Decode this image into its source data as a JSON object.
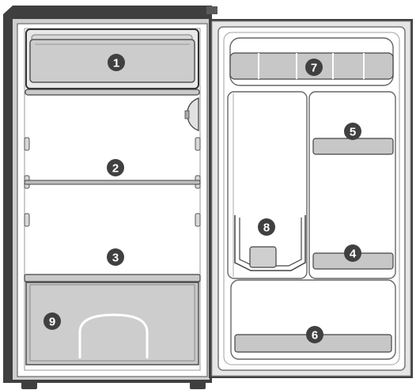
{
  "figure": {
    "colors": {
      "cabinet_frame": "#3f3f3f",
      "interior": "#ffffff",
      "door_panel": "#e6e6e6",
      "bin": "#c7c7c7",
      "callout_fill": "#404040",
      "callout_text": "#ffffff"
    },
    "callouts": [
      {
        "id": "freezer-compartment",
        "label": "1"
      },
      {
        "id": "upper-shelf",
        "label": "2"
      },
      {
        "id": "lower-shelf",
        "label": "3"
      },
      {
        "id": "door-rack-lower-right",
        "label": "4"
      },
      {
        "id": "door-rack-upper-right",
        "label": "5"
      },
      {
        "id": "door-bottle-rack",
        "label": "6"
      },
      {
        "id": "door-top-shelf",
        "label": "7"
      },
      {
        "id": "bottle-holder",
        "label": "8"
      },
      {
        "id": "crisper-drawer",
        "label": "9"
      }
    ]
  }
}
